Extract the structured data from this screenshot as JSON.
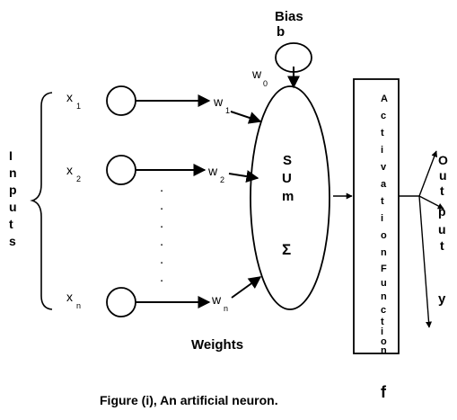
{
  "bias": {
    "label": "Bias",
    "symbol": "b",
    "weight": "w",
    "weight_sub": "0"
  },
  "inputs": {
    "label_letters": [
      "I",
      "n",
      "p",
      "u",
      "t",
      "s"
    ],
    "items": [
      {
        "x": "x",
        "x_sub": "1",
        "w": "w",
        "w_sub": "1"
      },
      {
        "x": "x",
        "x_sub": "2",
        "w": "w",
        "w_sub": "2"
      },
      {
        "x": "x",
        "x_sub": "n",
        "w": "w",
        "w_sub": "n"
      }
    ],
    "ellipsis_dots": [
      ".",
      ".",
      ".",
      ".",
      ".",
      "."
    ]
  },
  "sum": {
    "line1": "S",
    "line2": "U",
    "line3": "m",
    "symbol": "Σ"
  },
  "activation": {
    "letters": [
      "A",
      "c",
      "t",
      "i",
      "v",
      "a",
      "t",
      "i",
      "o",
      "n",
      "F",
      "u",
      "n",
      "c",
      "t",
      "i",
      "o",
      "n"
    ],
    "symbol": "f"
  },
  "output": {
    "letters": [
      "O",
      "u",
      "t",
      "p",
      "u",
      "t"
    ],
    "symbol": "y"
  },
  "weights_label": "Weights",
  "caption": "Figure (i), An artificial neuron.",
  "colors": {
    "stroke": "#000000",
    "background": "#ffffff"
  }
}
